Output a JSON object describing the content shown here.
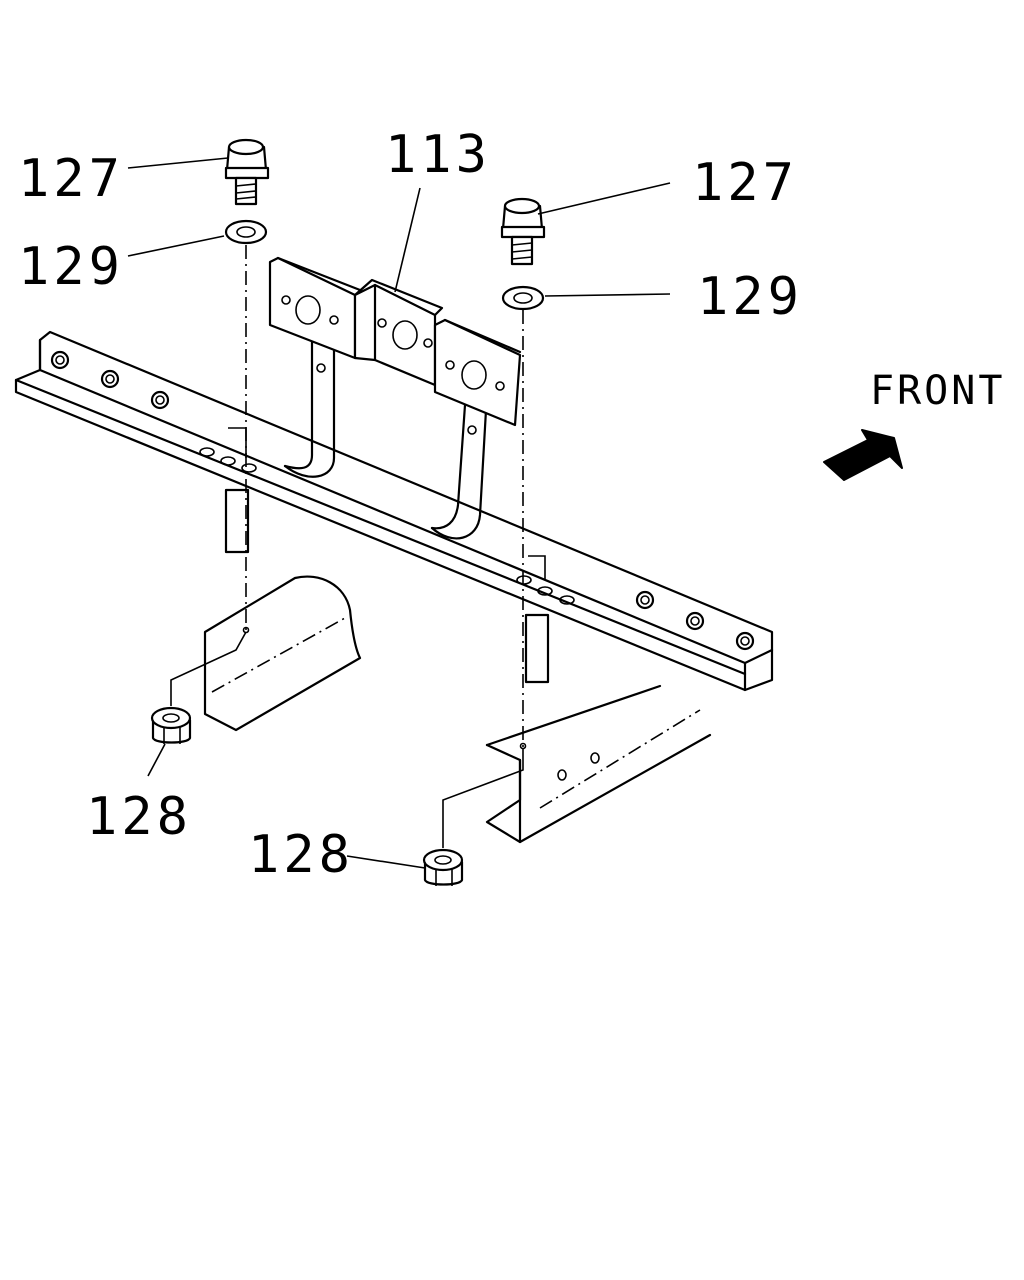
{
  "labels": {
    "bolt_left": "127",
    "bolt_right": "127",
    "washer_left": "129",
    "washer_right": "129",
    "bracket": "113",
    "nut_left": "128",
    "nut_right": "128",
    "direction": "FRONT"
  },
  "icons": {
    "direction_arrow": "front-arrow-icon"
  }
}
